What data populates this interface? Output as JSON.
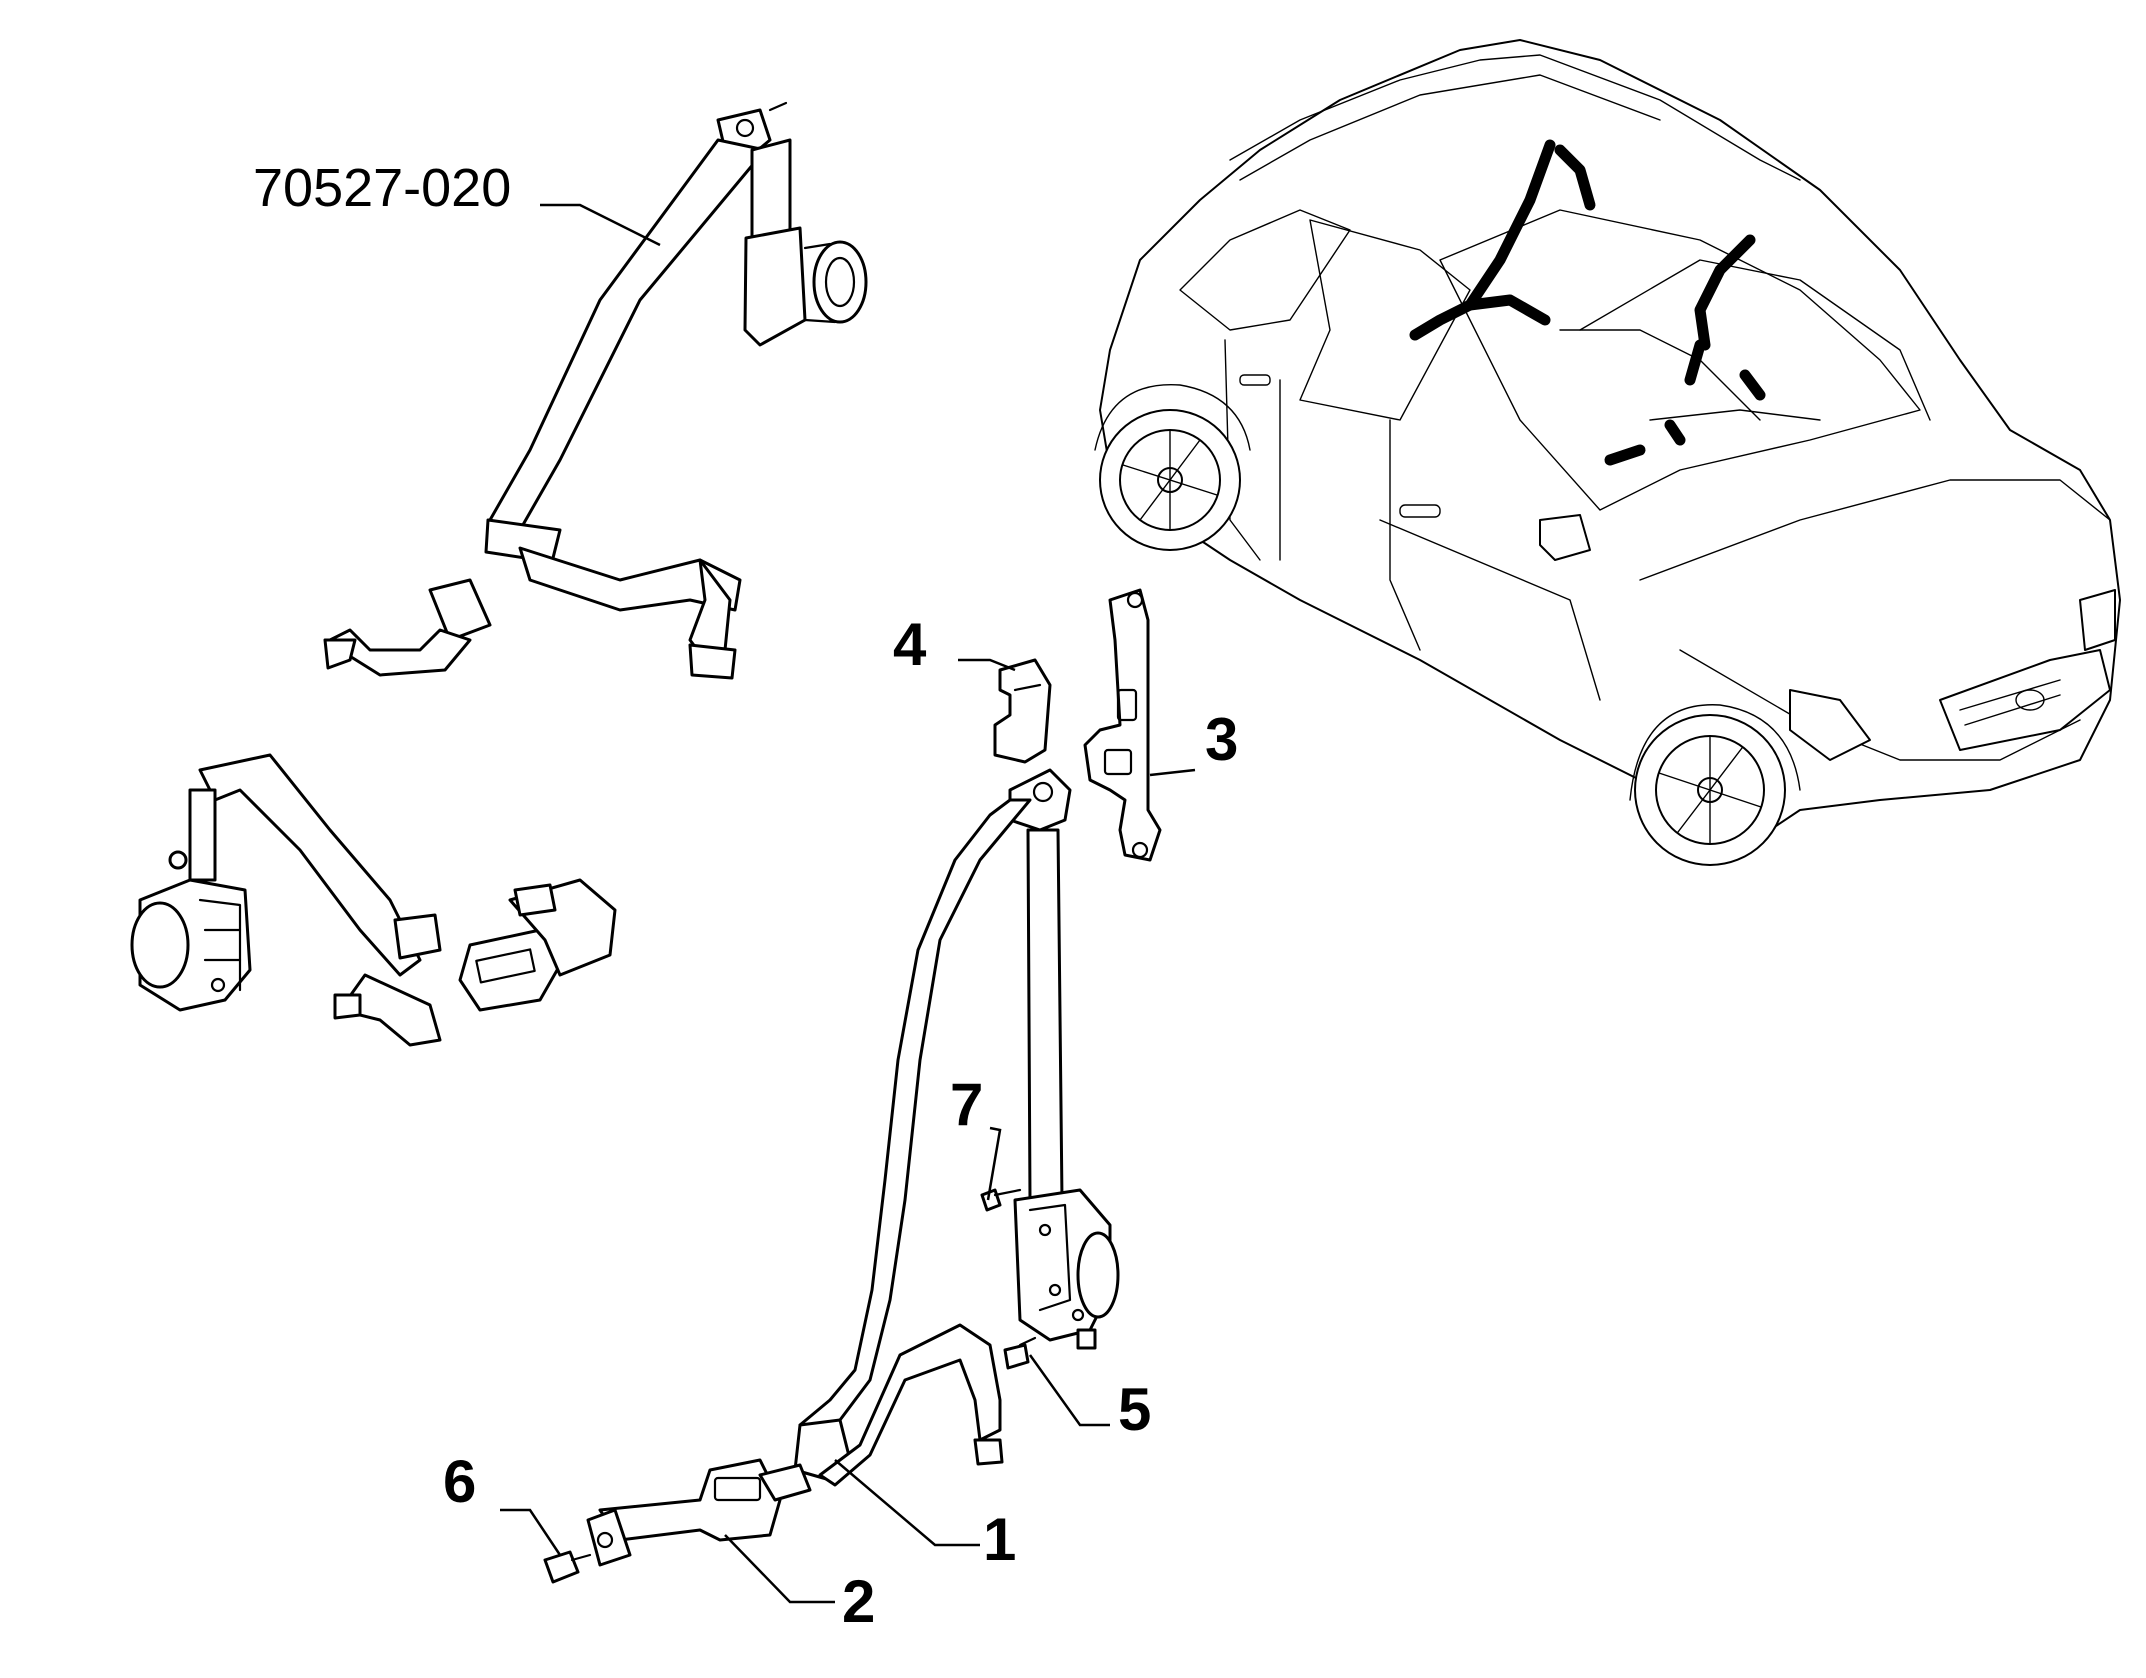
{
  "reference_assembly": {
    "code": "70527-020"
  },
  "callouts": [
    {
      "id": "callout-1",
      "number": "1",
      "part": "seat-belt-webbing"
    },
    {
      "id": "callout-2",
      "number": "2",
      "part": "buckle"
    },
    {
      "id": "callout-3",
      "number": "3",
      "part": "height-adjuster"
    },
    {
      "id": "callout-4",
      "number": "4",
      "part": "cover"
    },
    {
      "id": "callout-5",
      "number": "5",
      "part": "retractor-bolt"
    },
    {
      "id": "callout-6",
      "number": "6",
      "part": "buckle-bolt"
    },
    {
      "id": "callout-7",
      "number": "7",
      "part": "screw"
    }
  ],
  "colors": {
    "line": "#000000",
    "background": "#ffffff"
  }
}
